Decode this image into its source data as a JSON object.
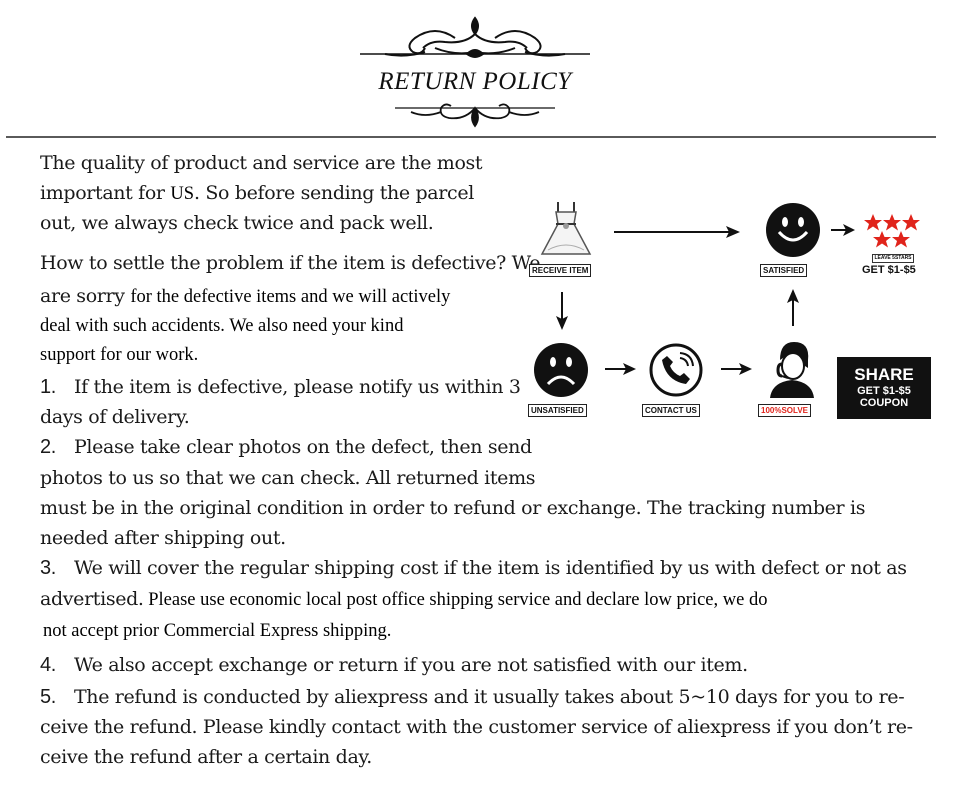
{
  "header": {
    "title": "RETURN POLICY"
  },
  "paragraph1": [
    {
      "a": "The quality of product and service are the most",
      "b": ""
    },
    {
      "a": "important for ",
      "b": "US",
      "c": ". So before sending the parcel"
    },
    {
      "a": "out, we always check twice and pack well.",
      "b": ""
    }
  ],
  "paragraph2": [
    {
      "a": "How to settle the problem if the item is defective? We",
      "b": ""
    },
    {
      "a": "are sorry ",
      "b": "for the defective items and we will actively"
    },
    {
      "a": "",
      "b": "deal with such accidents. We also need your kind"
    },
    {
      "a": "",
      "b": "support for our work."
    }
  ],
  "items": {
    "i1_num": "1.",
    "i1_l1": "If the item is defective, please notify us within 3",
    "i1_l2": "days of delivery.",
    "i2_num": "2.",
    "i2_l1": "Please take clear photos on the defect, then send",
    "i2_l2": "photos to us so that we can check. All returned items",
    "i2_l3": "must be in the original condition in order to refund or exchange. The tracking number is",
    "i2_l4": "needed after shipping out.",
    "i3_num": "3.",
    "i3_l1": "We will cover the regular shipping cost if the item is identified by us with defect or not as",
    "i3_l2a": "advertised.",
    "i3_l2b": " Please use economic local post office shipping service and declare low price, we do",
    "i3_l3": "not accept prior Commercial Express shipping.",
    "i4_num": "4.",
    "i4_l1": "We also accept exchange or return if you are not satisfied with our item.",
    "i5_num": "5.",
    "i5_l1": "The refund is conducted by aliexpress and it usually takes about 5~10 days for you to re-",
    "i5_l2": "ceive the refund. Please kindly contact with the customer service of aliexpress if you don’t re-",
    "i5_l3": "ceive the refund after a certain day."
  },
  "flow": {
    "receive_item": "RECEIVE ITEM",
    "satisfied": "SATISFIED",
    "leave_stars": "LEAVE 5STARS",
    "get_right": "GET $1-$5",
    "unsatisfied": "UNSATISFIED",
    "contact_us": "CONTACT US",
    "solve": "100%SOLVE",
    "share": "SHARE",
    "share_get": "GET $1-$5",
    "share_coupon": "COUPON"
  },
  "colors": {
    "text": "#1a1a1a",
    "rule": "#5a5a5a",
    "stars": "#e0241b",
    "solve_label": "#e0241b"
  },
  "icons": [
    "ornament-flourish-icon",
    "dress-icon",
    "smiley-happy-icon",
    "stars-icon",
    "smiley-sad-icon",
    "phone-icon",
    "customer-service-icon",
    "share-badge-icon"
  ]
}
